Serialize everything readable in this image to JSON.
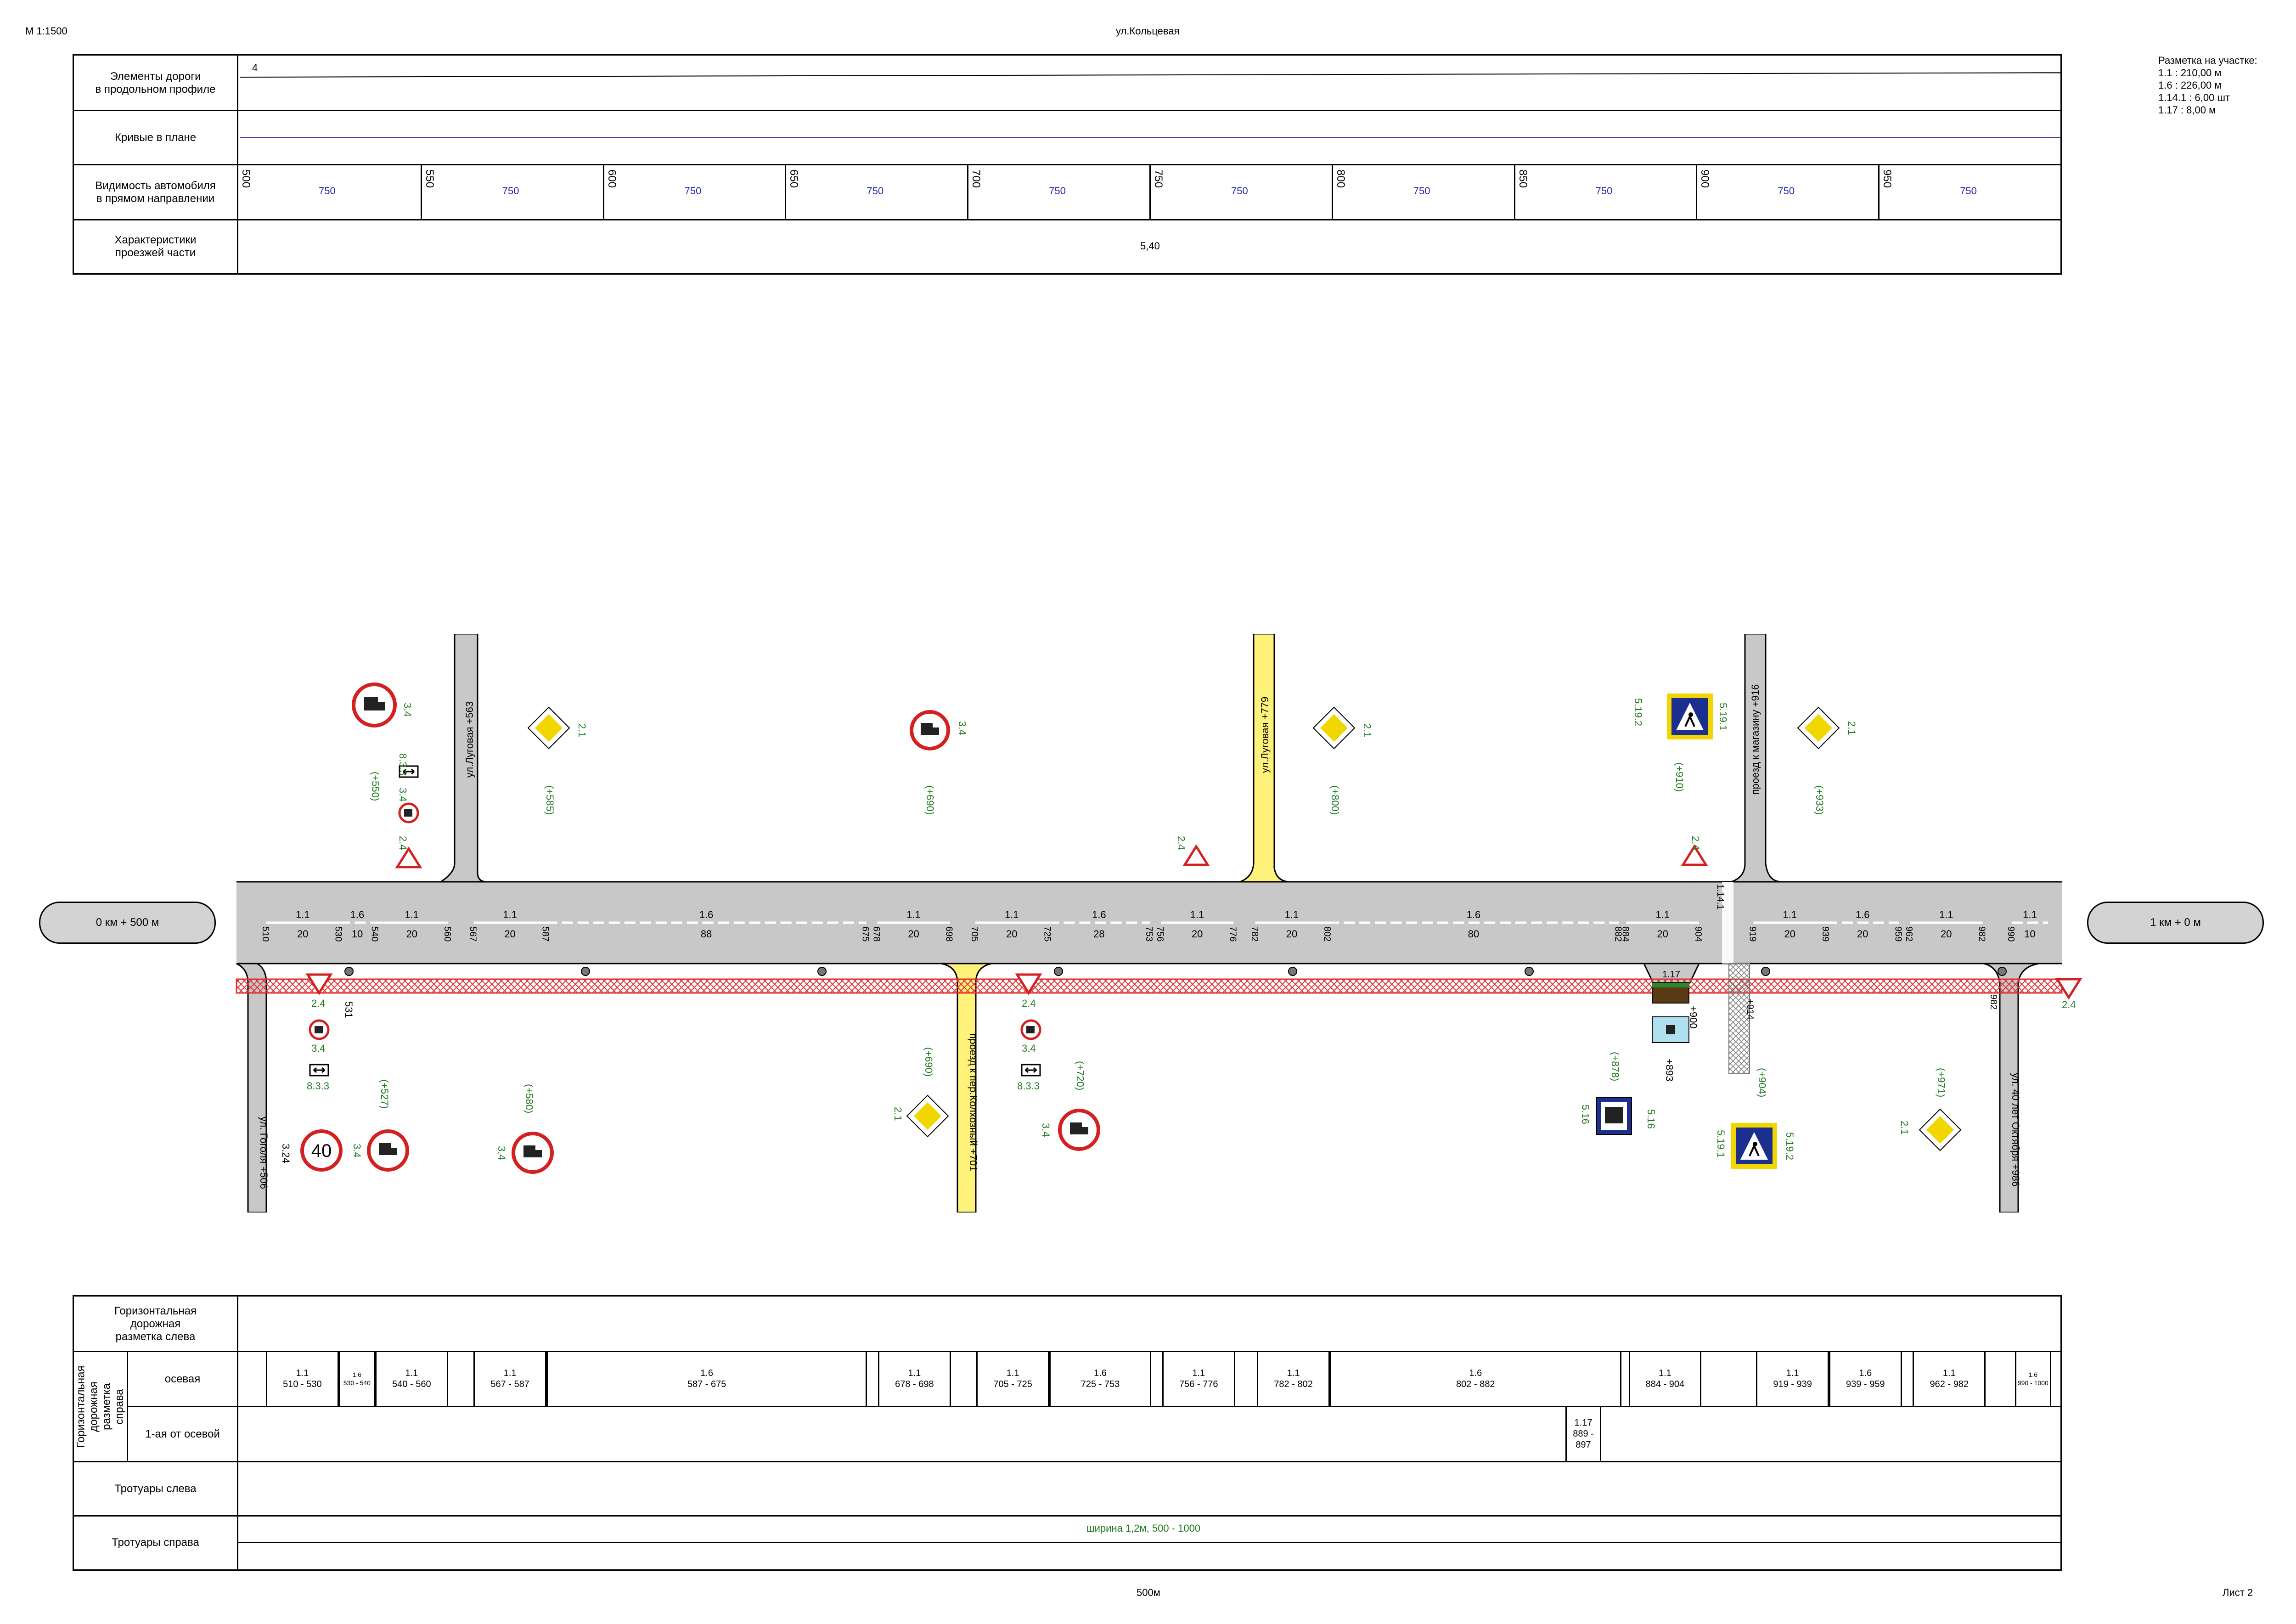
{
  "header": {
    "scale": "М 1:1500",
    "street": "ул.Кольцевая",
    "sheet": "Лист 2",
    "length_label": "500м"
  },
  "legend": {
    "title": "Разметка на участке:",
    "lines": [
      "1.1 : 210,00 м",
      "1.6 : 226,00 м",
      "1.14.1 : 6,00 шт",
      "1.17 : 8,00 м"
    ]
  },
  "top_table": {
    "rows": [
      {
        "label": "Элементы дороги\nв продольном профиле"
      },
      {
        "label": "Кривые в плане"
      },
      {
        "label": "Видимость автомобиля\nв прямом направлении"
      },
      {
        "label": "Характеристики\nпроезжей части"
      }
    ],
    "profile_value": "4",
    "visibility": [
      {
        "km": "500",
        "value": "750"
      },
      {
        "km": "550",
        "value": "750"
      },
      {
        "km": "600",
        "value": "750"
      },
      {
        "km": "650",
        "value": "750"
      },
      {
        "km": "700",
        "value": "750"
      },
      {
        "km": "750",
        "value": "750"
      },
      {
        "km": "800",
        "value": "750"
      },
      {
        "km": "850",
        "value": "750"
      },
      {
        "km": "900",
        "value": "750"
      },
      {
        "km": "950",
        "value": "750"
      }
    ],
    "road_width": "5,40"
  },
  "plan": {
    "start_label": "0 км + 500 м",
    "end_label": "1 км + 0 м",
    "streets": [
      {
        "name": "ул.Луговая   +563"
      },
      {
        "name": "ул.Луговая   +779"
      },
      {
        "name": "проезд к магазину   +916"
      },
      {
        "name": "ул. Гоголя +506"
      },
      {
        "name": "проезд к пер.Колхозный   +701"
      },
      {
        "name": "ул. 40 лет Октября   +986"
      }
    ],
    "marking_top": [
      {
        "type": "1.1",
        "len": "20"
      },
      {
        "type": "1.6",
        "len": "10"
      },
      {
        "type": "1.1",
        "len": "20"
      },
      {
        "type": "1.1",
        "len": "20"
      },
      {
        "type": "1.6",
        "len": "88"
      },
      {
        "type": "1.1",
        "len": "20"
      },
      {
        "type": "1.1",
        "len": "20"
      },
      {
        "type": "1.6",
        "len": "28"
      },
      {
        "type": "1.1",
        "len": "20"
      },
      {
        "type": "1.1",
        "len": "20"
      },
      {
        "type": "1.6",
        "len": "80"
      },
      {
        "type": "1.1",
        "len": "20"
      },
      {
        "type": "1.1",
        "len": "20"
      },
      {
        "type": "1.6",
        "len": "20"
      },
      {
        "type": "1.1",
        "len": "20"
      },
      {
        "type": "1.1",
        "len": "10"
      }
    ],
    "pickets": [
      "510",
      "530",
      "540",
      "560",
      "567",
      "587",
      "675",
      "678",
      "698",
      "705",
      "725",
      "753",
      "756",
      "776",
      "782",
      "802",
      "882",
      "884",
      "904",
      "919",
      "939",
      "959",
      "962",
      "982",
      "990"
    ],
    "signs_top": [
      {
        "code": "3.4",
        "picket": "(+550)"
      },
      {
        "code": "8.3.3",
        "picket": ""
      },
      {
        "code": "3.4",
        "picket": ""
      },
      {
        "code": "2.4",
        "picket": ""
      },
      {
        "code": "2.1",
        "picket": "(+585)"
      },
      {
        "code": "3.4",
        "picket": "(+690)"
      },
      {
        "code": "2.4",
        "picket": ""
      },
      {
        "code": "2.1",
        "picket": "(+800)"
      },
      {
        "code": "5.19.2",
        "picket": "(+910)"
      },
      {
        "code": "5.19.1",
        "picket": ""
      },
      {
        "code": "2.4",
        "picket": ""
      },
      {
        "code": "2.1",
        "picket": "(+933)"
      }
    ],
    "signs_bottom": [
      {
        "code": "2.4",
        "picket": "531"
      },
      {
        "code": "3.4",
        "picket": ""
      },
      {
        "code": "8.3.3",
        "picket": ""
      },
      {
        "code": "3.24",
        "picket": ""
      },
      {
        "code": "40",
        "picket": ""
      },
      {
        "code": "3.4",
        "picket": "(+527)"
      },
      {
        "code": "3.4",
        "picket": "(+580)"
      },
      {
        "code": "2.1",
        "picket": "(+690)"
      },
      {
        "code": "2.4",
        "picket": ""
      },
      {
        "code": "3.4",
        "picket": ""
      },
      {
        "code": "8.3.3",
        "picket": ""
      },
      {
        "code": "3.4",
        "picket": "(+720)"
      },
      {
        "code": "5.16",
        "picket": "(+878)"
      },
      {
        "code": "5.16",
        "picket": ""
      },
      {
        "code": "+893",
        "picket": ""
      },
      {
        "code": "+900",
        "picket": ""
      },
      {
        "code": "5.19.1",
        "picket": "(+904)"
      },
      {
        "code": "5.19.2",
        "picket": ""
      },
      {
        "code": "2.1",
        "picket": "(+971)"
      },
      {
        "code": "2.4",
        "picket": ""
      }
    ],
    "crosswalk_labels": [
      "1.14.1",
      "1.17",
      "982",
      "+914"
    ]
  },
  "bottom_table": {
    "rows": {
      "left_marking": "Горизонтальная\nдорожная\nразметка слева",
      "right_marking_group": "Горизонтальная\nдорожная\nразметка справа",
      "axis": "осевая",
      "first_from_axis": "1-ая от осевой",
      "sidewalk_left": "Тротуары слева",
      "sidewalk_right": "Тротуары справа"
    },
    "axis_segments": [
      {
        "type": "1.1",
        "range": "510 - 530"
      },
      {
        "type": "1.6",
        "range": "530 - 540"
      },
      {
        "type": "1.1",
        "range": "540 - 560"
      },
      {
        "type": "1.1",
        "range": "567 - 587"
      },
      {
        "type": "1.6",
        "range": "587 - 675"
      },
      {
        "type": "1.1",
        "range": "678 - 698"
      },
      {
        "type": "1.1",
        "range": "705 - 725"
      },
      {
        "type": "1.6",
        "range": "725 - 753"
      },
      {
        "type": "1.1",
        "range": "756 - 776"
      },
      {
        "type": "1.1",
        "range": "782 - 802"
      },
      {
        "type": "1.6",
        "range": "802 - 882"
      },
      {
        "type": "1.1",
        "range": "884 - 904"
      },
      {
        "type": "1.1",
        "range": "919 - 939"
      },
      {
        "type": "1.6",
        "range": "939 - 959"
      },
      {
        "type": "1.1",
        "range": "962 - 982"
      },
      {
        "type": "1.6",
        "range": "990 - 1000"
      }
    ],
    "first_from_axis": {
      "type": "1.17",
      "range": "889 -\n897"
    },
    "sidewalk_right_text": "ширина 1,2м, 500 - 1000"
  },
  "colors": {
    "road": "#c8c8c8",
    "side_road_yellow": "#fff27a",
    "hatch_red": "#e03030",
    "sign_text_green": "#1f7a1f",
    "table_value_blue": "#2a2ab0"
  }
}
